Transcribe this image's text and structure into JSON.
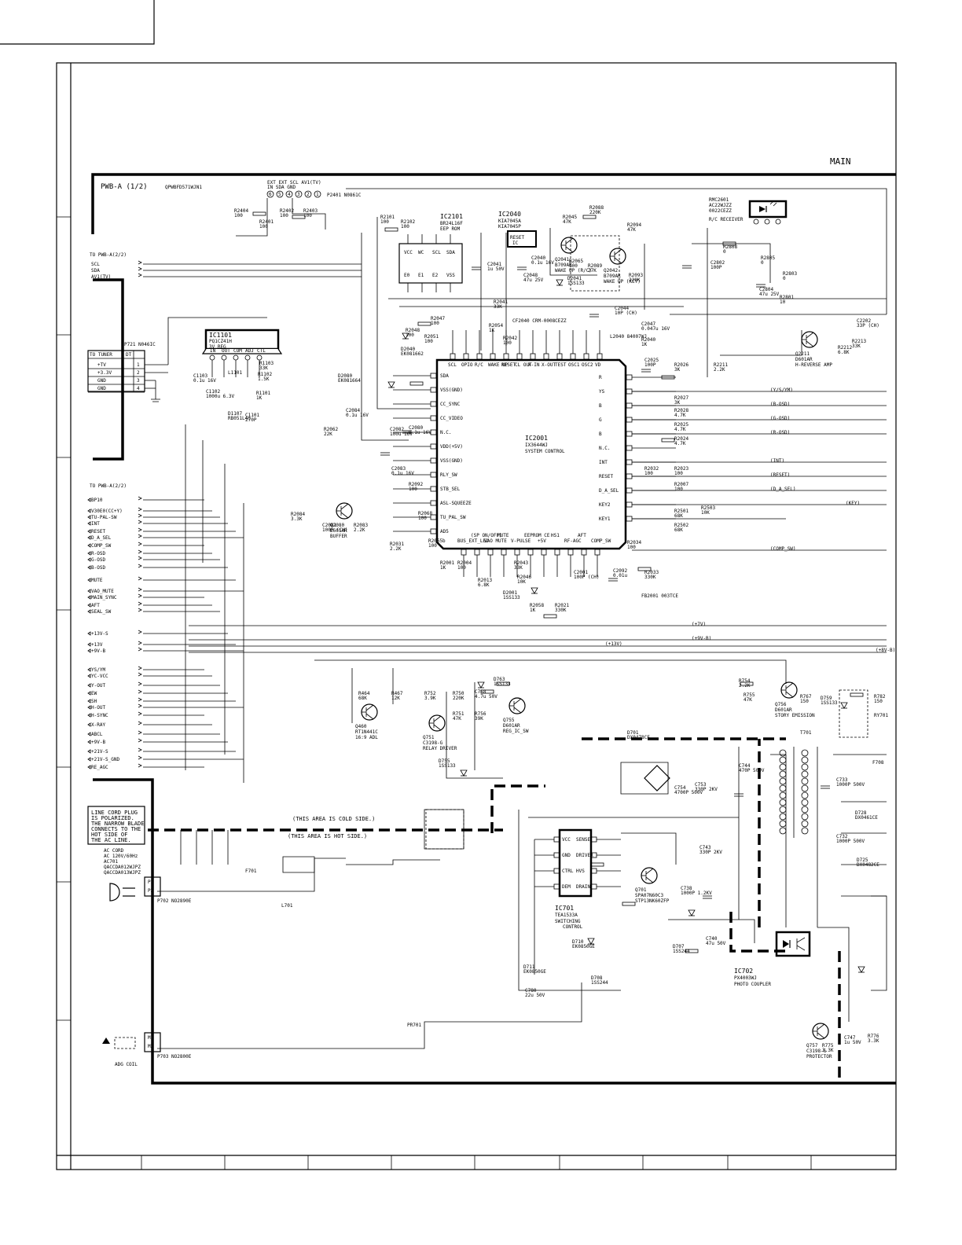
{
  "page": {
    "title": "MAIN",
    "board": "PWB-A (1/2)",
    "board_code": "QPWBFD571WJN1"
  },
  "connectors": {
    "top_left_to": "TO PWB-A(2/2)",
    "top_left_signals": [
      "SCL",
      "SDA",
      "AV1(TV)"
    ],
    "mid_left_to": "TO PWB-A(2/2)",
    "mid_left_signals": [
      "BP10",
      "V30E0(CC+Y)",
      "TU-PAL-SW",
      "INT",
      "RESET",
      "D_A_SEL",
      "COMP_SW",
      "R-OSD",
      "G-OSD",
      "B-OSD",
      "MUTE",
      "VAO_MUTE",
      "MAIN_SYNC",
      "AFT",
      "SEAL_SW",
      "+13V-S",
      "+13V",
      "+9V-B",
      "YS/YM",
      "YC-VCC",
      "Y-OUT",
      "EW",
      "SH",
      "H-OUT",
      "H-SYNC",
      "X-RAY",
      "ABCL",
      "+9V-B",
      "+21V-S",
      "+21V-S_GND",
      "RE_AGC"
    ],
    "tuner": {
      "label": "TO TUNER",
      "ref": "DT",
      "pins": [
        "+TV",
        "+3.3V",
        "GND",
        "GND"
      ],
      "nums": [
        "1",
        "2",
        "3",
        "4"
      ]
    },
    "p721": "P721 N046IC",
    "p2401": "P2401 N0861C",
    "p2401_pins": [
      "EXT",
      "EXT IN",
      "SDA",
      "SCL",
      "GND",
      "AV1(TV)"
    ]
  },
  "ics": {
    "ic2001": {
      "ref": "IC2001",
      "part": "IX3644WJ",
      "desc": "SYSTEM CONTROL",
      "left_pins": [
        "SDA",
        "VSS(GND)",
        "CC_SYNC",
        "CC_VIDEO",
        "N.C.",
        "VDD(+5V)",
        "VSS(GND)",
        "RLY_SW",
        "STB_SEL",
        "ASL-SQUEEZE",
        "TU_PAL_SW",
        "AD5"
      ],
      "top_pins": [
        "SCL",
        "OPIO",
        "R/C",
        "WAKE UP",
        "RESET",
        "CL OUT",
        "X-IN",
        "X-OUT",
        "TEST",
        "OSC1",
        "OSC2",
        "VD"
      ],
      "right_pins": [
        "R",
        "YS",
        "B",
        "G",
        "B",
        "N.C.",
        "INT",
        "RESET",
        "D_A_SEL",
        "KEY2",
        "KEY1"
      ],
      "bottom_pins": [
        "BUS_EXT_LED",
        "(SP ON/OFF)",
        "VAO MUTE",
        "MUTE",
        "V-PULSE",
        "EEPROM CE",
        "+5V",
        "HS1",
        "RF-AGC",
        "AFT",
        "COMP_SW"
      ]
    },
    "ic2101": {
      "ref": "IC2101",
      "part": "BR24L16F",
      "desc": "EEP ROM",
      "pins": [
        "VCC",
        "WC",
        "SCL",
        "SDA",
        "E0",
        "E1",
        "E2",
        "VSS"
      ]
    },
    "ic2040": {
      "ref": "IC2040",
      "part1": "KIA7045A",
      "part2": "KIA7045P",
      "desc": "RESET IC"
    },
    "ic1101": {
      "ref": "IC1101",
      "part": "PQ1CZ41H",
      "desc": "3V REG",
      "pins": [
        "IN",
        "OUT",
        "COM",
        "ADJ",
        "CTL"
      ]
    },
    "ic701": {
      "ref": "IC701",
      "part": "TEA1533A",
      "desc": "SWITCHING CONTROL",
      "pins": [
        "VCC",
        "GND",
        "CTRL",
        "DEM",
        "SENSE",
        "DRIVER",
        "HVS",
        "DRAIN"
      ]
    },
    "ic702": {
      "ref": "IC702",
      "part": "PX4003WJ",
      "desc": "PHOTO COUPLER"
    },
    "rmc2601": {
      "ref": "RMC2601",
      "parts": [
        "AC22WJZZ",
        "0022CEZZ"
      ],
      "desc": "R/C RECEIVER"
    }
  },
  "transistors": [
    {
      "ref": "Q2042",
      "part": "B709AR",
      "desc": "WAKE UP (KEY)"
    },
    {
      "ref": "Q2041",
      "part": "B709AR",
      "desc": "WAKE UP (R/C)"
    },
    {
      "ref": "Q2211",
      "part": "D601AR",
      "desc": "H-REVERSE AMP"
    },
    {
      "ref": "Q2080",
      "part": "D601AR",
      "desc": "BUFFER"
    },
    {
      "ref": "Q460",
      "part": "RT1N441C",
      "desc": "16:9 ADL"
    },
    {
      "ref": "Q751",
      "part": "C3198-G",
      "desc": "RELAY DRIVER"
    },
    {
      "ref": "Q755",
      "part": "D601AR",
      "desc": "REG_IC_SW"
    },
    {
      "ref": "Q756",
      "part": "D601AR",
      "desc": "STORY EMISSION"
    },
    {
      "ref": "Q757",
      "part": "C3198-G",
      "desc": "PROTECTOR"
    },
    {
      "ref": "Q701",
      "part": "SPA07N60C3",
      "part2": "STP13NK60ZFP"
    }
  ],
  "notes": {
    "cold_side": "(THIS AREA IS COLD SIDE.)",
    "hot_side": "(THIS AREA IS HOT SIDE.)",
    "line_cord": [
      "LINE CORD PLUG",
      "IS POLARIZED.",
      "THE NARROW BLADE",
      "CONNECTS TO THE",
      "HOT SIDE OF",
      "THE AC LINE."
    ],
    "ac_cord": [
      "AC CORD",
      "AC 120V/60Hz",
      "AC701",
      "QACCDA012WJPZ",
      "QACCDA013WJPZ"
    ],
    "ads_coil": "ADG COIL",
    "p702": "P702 NO2890E",
    "p703": "P703 NO2800E"
  },
  "buses": [
    "(+7V)",
    "(+9V-B)",
    "(+13V)",
    "(+8V-B)",
    "(Y/S/YM)",
    "(B-OSD)",
    "(G-OSD)",
    "(R-OSD)",
    "(INT)",
    "(RESET)",
    "(D_A_SEL)",
    "(KEY)",
    "(COMP_SW)"
  ],
  "resistors": [
    {
      "ref": "R2404",
      "v": "100"
    },
    {
      "ref": "R2401",
      "v": "100"
    },
    {
      "ref": "R2402",
      "v": "100"
    },
    {
      "ref": "R2403",
      "v": "100"
    },
    {
      "ref": "R2101",
      "v": "100"
    },
    {
      "ref": "R2102",
      "v": "100"
    },
    {
      "ref": "R2045",
      "v": "47K"
    },
    {
      "ref": "R2088",
      "v": "220K"
    },
    {
      "ref": "R2094",
      "v": "47K"
    },
    {
      "ref": "R2065",
      "v": "100"
    },
    {
      "ref": "R2089",
      "v": "27K"
    },
    {
      "ref": "R2093",
      "v": "220K"
    },
    {
      "ref": "R2808",
      "v": "0"
    },
    {
      "ref": "R2805",
      "v": "0"
    },
    {
      "ref": "R2803",
      "v": "0"
    },
    {
      "ref": "R2801",
      "v": "10"
    },
    {
      "ref": "R2047",
      "v": "100"
    },
    {
      "ref": "R2048",
      "v": "100"
    },
    {
      "ref": "R2051",
      "v": "100"
    },
    {
      "ref": "R2041",
      "v": "33K"
    },
    {
      "ref": "R2054",
      "v": "1K"
    },
    {
      "ref": "R2042",
      "v": "100"
    },
    {
      "ref": "R2040",
      "v": "1K"
    },
    {
      "ref": "R2212",
      "v": "6.8K"
    },
    {
      "ref": "R2213",
      "v": "33K"
    },
    {
      "ref": "R2211",
      "v": "2.2K"
    },
    {
      "ref": "R2026",
      "v": "3K"
    },
    {
      "ref": "R2027",
      "v": "3K"
    },
    {
      "ref": "R2028",
      "v": "4.7K"
    },
    {
      "ref": "R2025",
      "v": "4.7K"
    },
    {
      "ref": "R2024",
      "v": "4.7K"
    },
    {
      "ref": "R2032",
      "v": "100"
    },
    {
      "ref": "R2023",
      "v": "100"
    },
    {
      "ref": "R2007",
      "v": "100"
    },
    {
      "ref": "R2503",
      "v": "10K"
    },
    {
      "ref": "R2501",
      "v": "68K"
    },
    {
      "ref": "R2502",
      "v": "68K"
    },
    {
      "ref": "R2034",
      "v": "100"
    },
    {
      "ref": "R2033",
      "v": "330K"
    },
    {
      "ref": "R2062",
      "v": "22K"
    },
    {
      "ref": "R2092",
      "v": "100"
    },
    {
      "ref": "R2068",
      "v": "100"
    },
    {
      "ref": "R2084",
      "v": "3.3K"
    },
    {
      "ref": "R2083",
      "v": "2.2K"
    },
    {
      "ref": "R2031",
      "v": "2.2K"
    },
    {
      "ref": "R2065b",
      "v": "100"
    },
    {
      "ref": "R2001",
      "v": "1K"
    },
    {
      "ref": "R2004",
      "v": "100"
    },
    {
      "ref": "R2013",
      "v": "6.8K"
    },
    {
      "ref": "R2043",
      "v": "33K"
    },
    {
      "ref": "R2046",
      "v": "10K"
    },
    {
      "ref": "R2058",
      "v": "1K"
    },
    {
      "ref": "R2021",
      "v": "330K"
    },
    {
      "ref": "R1103",
      "v": "33K"
    },
    {
      "ref": "R1102",
      "v": "1.5K"
    },
    {
      "ref": "R1101",
      "v": "1K"
    },
    {
      "ref": "R464",
      "v": "68K"
    },
    {
      "ref": "R467",
      "v": "12K"
    },
    {
      "ref": "R752",
      "v": "3.9K"
    },
    {
      "ref": "R750",
      "v": "220K"
    },
    {
      "ref": "R751",
      "v": "47K"
    },
    {
      "ref": "R756",
      "v": "39K"
    },
    {
      "ref": "R754",
      "v": "2.2K"
    },
    {
      "ref": "R755",
      "v": "47K"
    },
    {
      "ref": "R767",
      "v": "150"
    },
    {
      "ref": "R782",
      "v": "150"
    },
    {
      "ref": "R775",
      "v": "3.3K"
    },
    {
      "ref": "R776",
      "v": "3.3K"
    }
  ],
  "capacitors": [
    {
      "ref": "C2041",
      "v": "1u 50V"
    },
    {
      "ref": "C2040",
      "v": "0.1u 16V"
    },
    {
      "ref": "C2048",
      "v": "47u 25V"
    },
    {
      "ref": "C2802",
      "v": "100P"
    },
    {
      "ref": "C2804",
      "v": "47u 25V"
    },
    {
      "ref": "C2202",
      "v": "33P (CH)"
    },
    {
      "ref": "C2044",
      "v": "10P (CH)"
    },
    {
      "ref": "C2047",
      "v": "0.047u 16V"
    },
    {
      "ref": "C2025",
      "v": "100P"
    },
    {
      "ref": "C2084",
      "v": "0.1u 16V"
    },
    {
      "ref": "C2082",
      "v": "100u 16V"
    },
    {
      "ref": "C2080",
      "v": "0.1u 16V"
    },
    {
      "ref": "C2083",
      "v": "0.1u 16V"
    },
    {
      "ref": "C2081",
      "v": "100P (CH)"
    },
    {
      "ref": "C2092",
      "v": "0.01u"
    },
    {
      "ref": "C2001",
      "v": "100P (CH)"
    },
    {
      "ref": "C1103",
      "v": "0.1u 16V"
    },
    {
      "ref": "C1102",
      "v": "1000u 6.3V"
    },
    {
      "ref": "C1101",
      "v": "270P"
    },
    {
      "ref": "C758",
      "v": "4.7u 50V"
    },
    {
      "ref": "C744",
      "v": "470P 500V"
    },
    {
      "ref": "C733",
      "v": "1000P 500V"
    },
    {
      "ref": "C732",
      "v": "1000P 500V"
    },
    {
      "ref": "C754",
      "v": "4700P 500V"
    },
    {
      "ref": "C753",
      "v": "330P 2KV"
    },
    {
      "ref": "C743",
      "v": "330P 2KV"
    },
    {
      "ref": "C738",
      "v": "1000P 1.2KV"
    },
    {
      "ref": "C740",
      "v": "47u 50V"
    },
    {
      "ref": "C780",
      "v": "22u 50V"
    },
    {
      "ref": "C747",
      "v": "1u 50V"
    }
  ],
  "diodes": [
    {
      "ref": "D2040",
      "v": "EK081662"
    },
    {
      "ref": "D2080",
      "v": "EK081664"
    },
    {
      "ref": "D2041",
      "v": "1SS133"
    },
    {
      "ref": "D2001",
      "v": "1SS133"
    },
    {
      "ref": "D1107",
      "v": "RB051L40"
    },
    {
      "ref": "D763",
      "v": "1SS133"
    },
    {
      "ref": "D755",
      "v": "1SS133"
    },
    {
      "ref": "D701",
      "v": "DX0478CE"
    },
    {
      "ref": "D759",
      "v": "1SS133"
    },
    {
      "ref": "D728",
      "v": "DX0461CE"
    },
    {
      "ref": "D725",
      "v": "DX0482CE"
    },
    {
      "ref": "D707",
      "v": "1SS244"
    },
    {
      "ref": "D708",
      "v": "1SS244"
    },
    {
      "ref": "D710",
      "v": "EK0850GE"
    },
    {
      "ref": "D711",
      "v": "EK0850GE"
    }
  ],
  "misc": {
    "fb2001": "FB2001 003TCE",
    "cf2040": "CF2040 CRM-0008CEZZ",
    "l2040": "L2040 84007WJ",
    "l1101": "L1101",
    "t701": "T701",
    "ry701": "RY701",
    "f701": "F701",
    "l701": "L701",
    "pr701": "PR701",
    "f708": "F708"
  }
}
